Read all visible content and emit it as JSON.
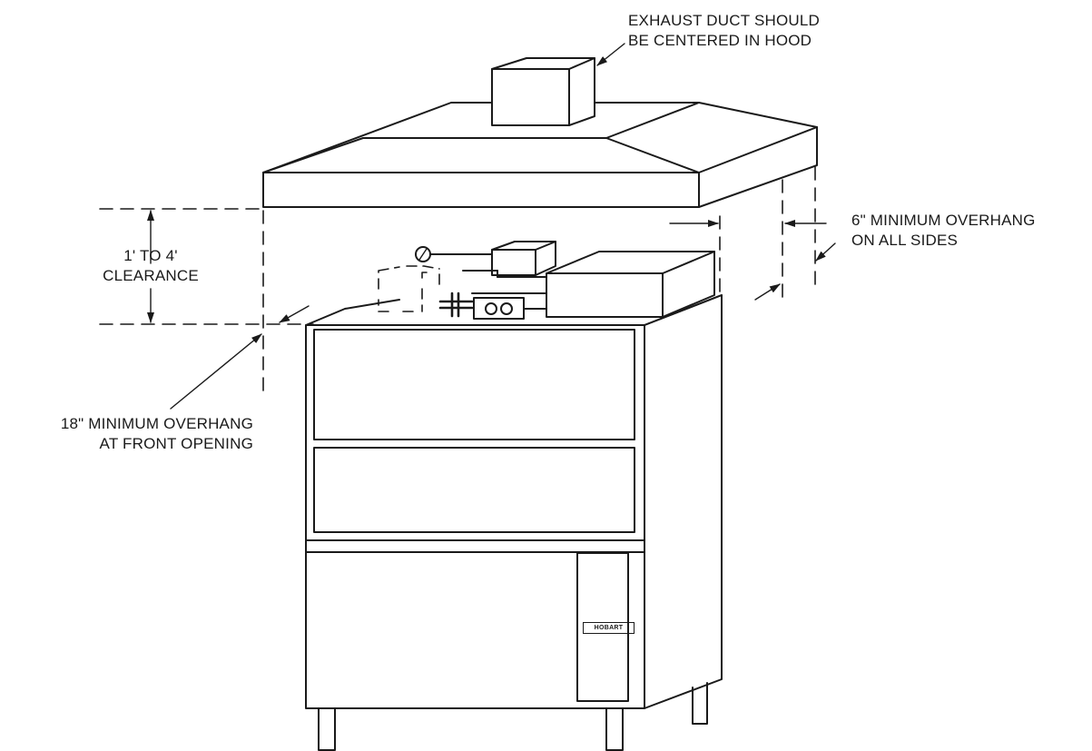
{
  "labels": {
    "exhaust_line1": "EXHAUST DUCT SHOULD",
    "exhaust_line2": "BE CENTERED IN HOOD",
    "side_line1": "6\" MINIMUM OVERHANG",
    "side_line2": "ON ALL SIDES",
    "clearance_line1": "1' TO 4'",
    "clearance_line2": "CLEARANCE",
    "front_line1": "18\" MINIMUM OVERHANG",
    "front_line2": "AT FRONT OPENING"
  },
  "logo_text": "HOBART",
  "colors": {
    "line": "#1a1a1a",
    "background": "#ffffff"
  }
}
